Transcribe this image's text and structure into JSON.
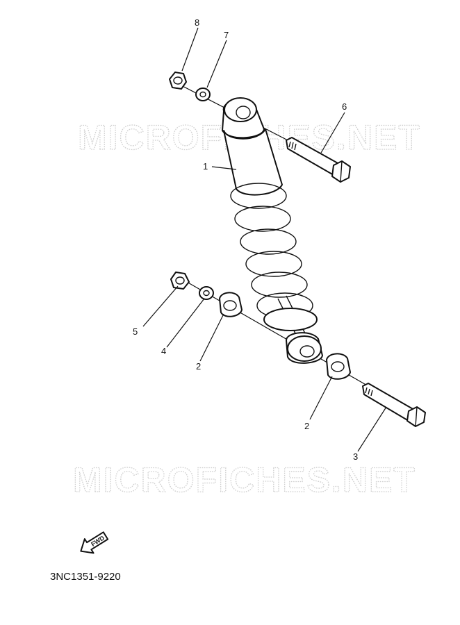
{
  "watermark": {
    "top": "MICROFICHES.NET",
    "bottom": "MICROFICHES.NET"
  },
  "callouts": {
    "c8": "8",
    "c7": "7",
    "c6": "6",
    "c1": "1",
    "c5": "5",
    "c4": "4",
    "c2a": "2",
    "c2b": "2",
    "c3": "3"
  },
  "fwd_arrow": {
    "label": "FWD"
  },
  "diagram_code": "3NC1351-9220"
}
